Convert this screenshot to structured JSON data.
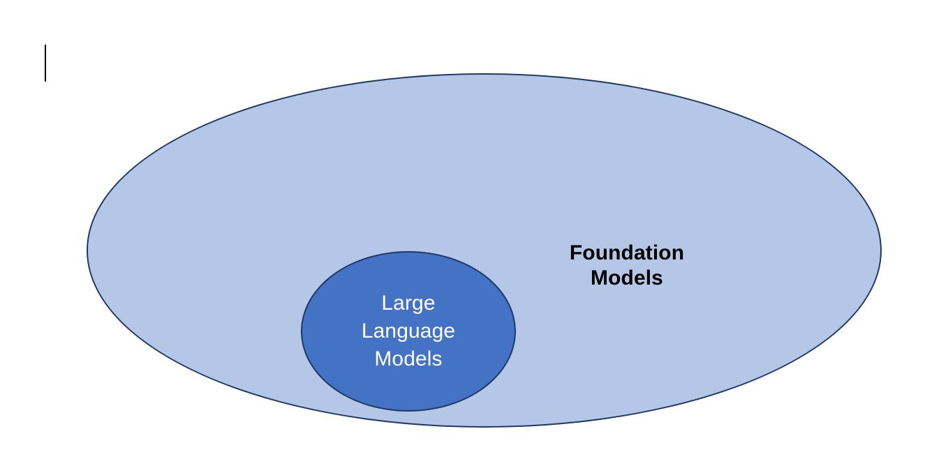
{
  "slide": {
    "background_color": "#ffffff",
    "caret": {
      "name": "text-insertion-caret",
      "color": "#000000"
    }
  },
  "diagram": {
    "type": "euler-nesting-diagram",
    "title": "",
    "sets": [
      {
        "id": "foundation-models",
        "label": "Foundation Models",
        "role": "outer-set",
        "shape": "ellipse",
        "fill_color": "#b4c7e7",
        "border_color": "#1f3864",
        "text_color": "#000000",
        "font_weight": "bold",
        "contains": [
          "large-language-models"
        ]
      },
      {
        "id": "large-language-models",
        "label": "Large\nLanguage\nModels",
        "label_lines": [
          "Large",
          "Language",
          "Models"
        ],
        "role": "inner-subset",
        "shape": "ellipse",
        "fill_color": "#4472c4",
        "border_color": "#1f3864",
        "text_color": "#ffffff",
        "font_weight": "regular",
        "contains": []
      }
    ],
    "relationship": "Large Language Models is a subset of Foundation Models"
  }
}
